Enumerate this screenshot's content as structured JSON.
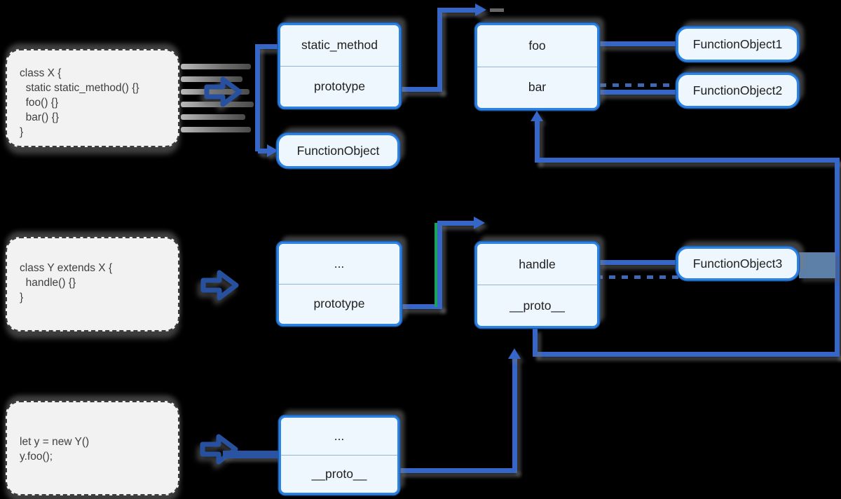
{
  "palette": {
    "background": "#000000",
    "box_fill": "#eef7fe",
    "box_border": "#2e82e2",
    "connector_blue": "#3566c8",
    "connector_shadow_gray": "#757575",
    "green_line": "#1aa35a",
    "slate_band": "#5d80a8",
    "code_block_fill": "#f2f2f2",
    "code_text": "#3f3f3f"
  },
  "code_blocks": [
    {
      "id": "class-x",
      "lines": [
        "class X {",
        "  static static_method() {}",
        "  foo() {}",
        "  bar() {}",
        "}"
      ]
    },
    {
      "id": "class-y",
      "lines": [
        "class Y extends X {",
        "  handle() {}",
        "}"
      ]
    },
    {
      "id": "instance",
      "lines": [
        "let y = new Y()",
        "y.foo();"
      ]
    }
  ],
  "boxes": {
    "x_ctor": {
      "cells": [
        "static_method",
        "prototype"
      ]
    },
    "fo": {
      "label": "FunctionObject"
    },
    "x_proto": {
      "cells": [
        "foo",
        "bar"
      ]
    },
    "fo1": {
      "label": "FunctionObject1"
    },
    "fo2": {
      "label": "FunctionObject2"
    },
    "y_ctor": {
      "cells": [
        "...",
        "prototype"
      ]
    },
    "y_proto": {
      "cells": [
        "handle",
        "__proto__"
      ]
    },
    "fo3": {
      "label": "FunctionObject3"
    },
    "y_obj": {
      "cells": [
        "...",
        "__proto__"
      ]
    }
  }
}
